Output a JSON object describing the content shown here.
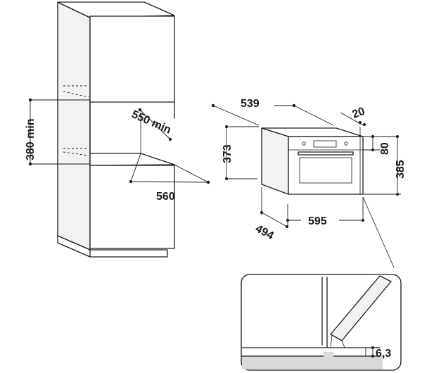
{
  "dimensions": {
    "niche_height_min": "380 min",
    "niche_depth_min": "550 min",
    "niche_width": "560",
    "oven_depth_top": "539",
    "oven_offset": "20",
    "oven_panel_height": "80",
    "oven_total_height": "385",
    "oven_body_height": "373",
    "oven_width": "595",
    "oven_depth_bottom": "494",
    "detail_gap": "6,3"
  }
}
